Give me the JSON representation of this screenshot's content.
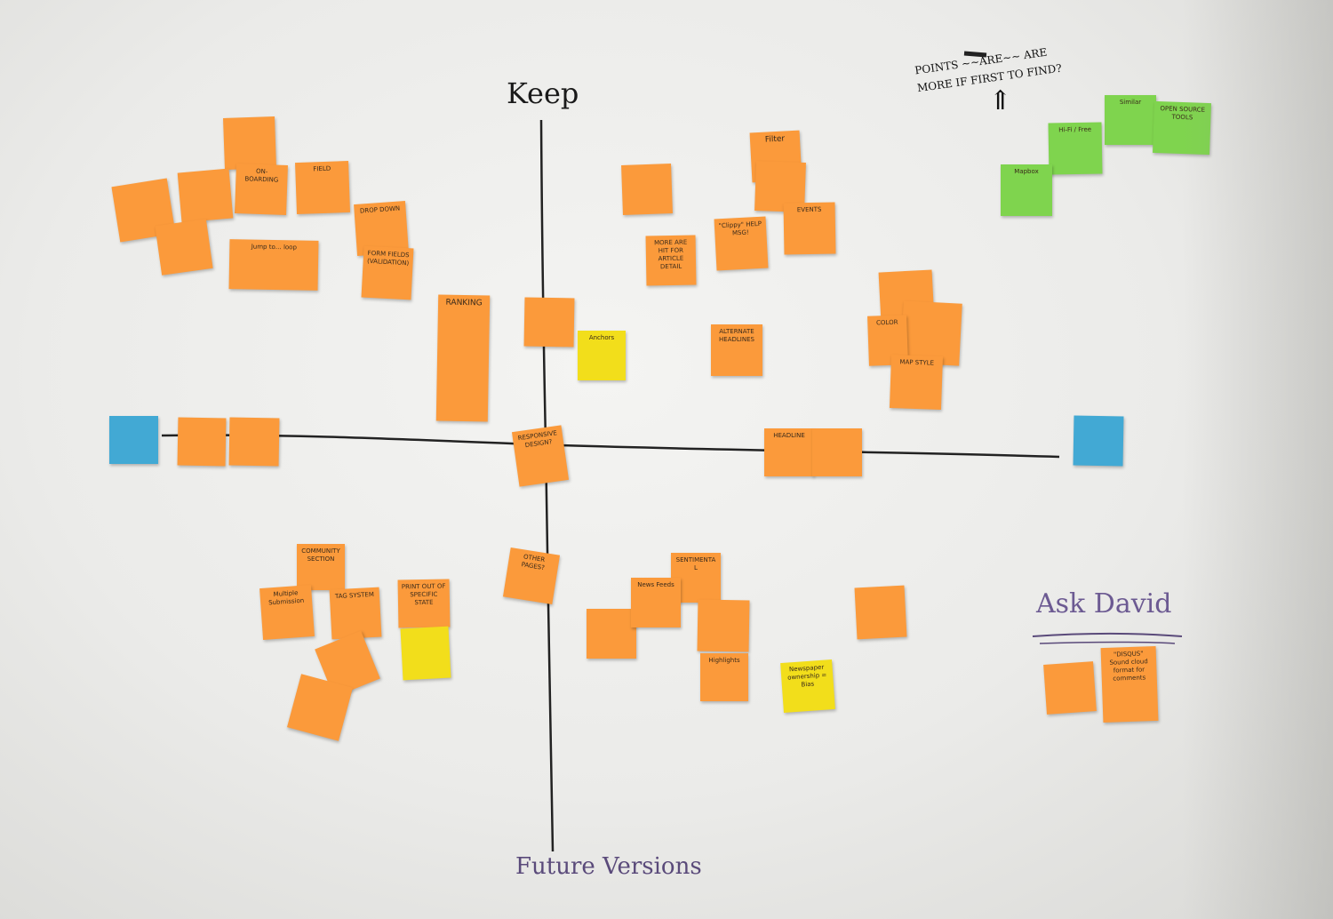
{
  "labels": {
    "keep": "Keep",
    "future": "Future Versions",
    "ask_david": "Ask David",
    "points_note": "POINTS ~~ARE~~ ARE\nMORE IF FIRST TO FIND?",
    "arrow": "⇑"
  },
  "colors": {
    "orange": "#fb9a3b",
    "yellow": "#f2de1b",
    "green": "#7fd44e",
    "blue": "#42a9d4",
    "ink": "#222222",
    "purple_ink": "#5a4a7a"
  },
  "notes": {
    "n01": "",
    "n02": "",
    "n03": "ON-BOARDING",
    "n04": "FIELD",
    "n05": "",
    "n06": "",
    "n07": "Jump to… loop",
    "n08": "DROP DOWN",
    "n09": "FORM FIELDS (VALIDATION)",
    "n10": "",
    "n11": "MORE ARE HIT FOR ARTICLE DETAIL",
    "n12": "Filter",
    "n13": "\"Clippy\" HELP MSG!",
    "n14": "EVENTS",
    "n15": "ALTERNATE HEADLINES",
    "n16": "",
    "n17": "COLOR",
    "n18": "",
    "n19": "MAP STYLE",
    "n20": "RANKING",
    "n21": "",
    "n22": "Anchors",
    "n23": "",
    "n24": "",
    "n25": "",
    "n26": "",
    "n27": "RESPONSIVE DESIGN?",
    "n28": "HEADLINE",
    "n29": "",
    "n30": "",
    "n31": "Mapbox",
    "n32": "Hi-Fi / Free",
    "n33": "Similar",
    "n34": "OPEN SOURCE TOOLS",
    "n35": "COMMUNITY SECTION",
    "n36": "Multiple Submission",
    "n37": "TAG SYSTEM",
    "n38": "PRINT OUT OF SPECIFIC STATE",
    "n39": "",
    "n40": "",
    "n41": "",
    "n42": "OTHER PAGES?",
    "n43": "SENTIMENTAL",
    "n44": "",
    "n45": "News Feeds",
    "n46": "",
    "n47": "",
    "n48": "Highlights",
    "n49": "Newspaper ownership = Bias",
    "n50": "",
    "n51": "",
    "n52": "\"DISQUS\" Sound cloud format for comments"
  }
}
